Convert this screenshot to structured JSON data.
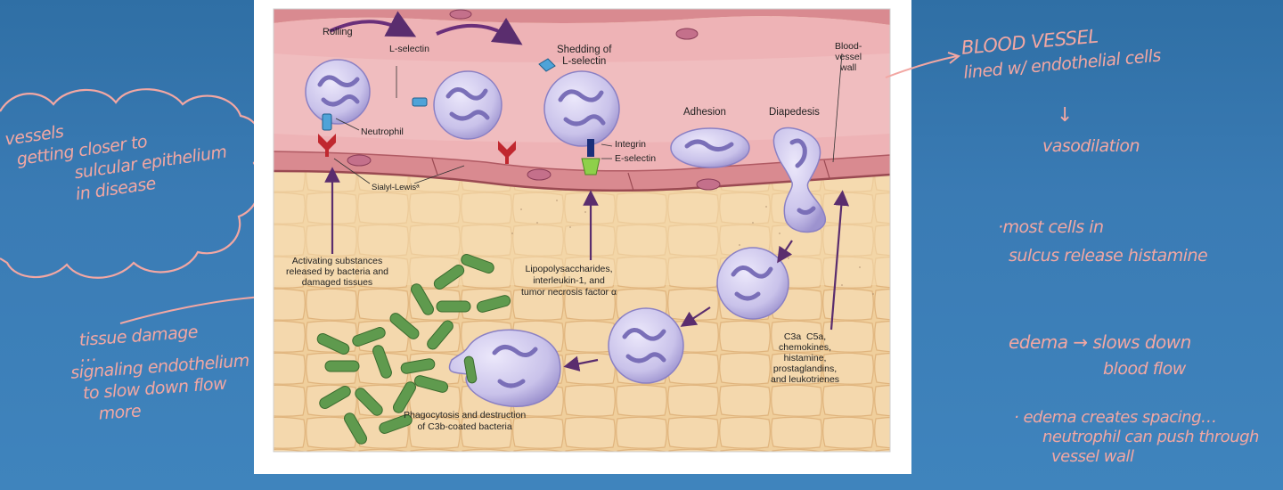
{
  "diagram": {
    "labels": {
      "rolling": "Rolling",
      "l_selectin": "L-selectin",
      "shedding": "Shedding of\nL-selectin",
      "blood_vessel_wall": "Blood-\nvessel\nwall",
      "neutrophil": "Neutrophil",
      "adhesion": "Adhesion",
      "diapedesis": "Diapedesis",
      "integrin": "Integrin",
      "e_selectin": "E-selectin",
      "sialyl": "Sialyl-Lewisᵃ",
      "activating": "Activating substances\nreleased by bacteria and\ndamaged tissues",
      "lps": "Lipopolysaccharides,\ninterleukin-1, and\ntumor necrosis factor α",
      "chemo": "C3a  C5a,\nchemokines,\nhistamine,\nprostaglandins,\nand leukotrienes",
      "phago": "Phagocytosis and destruction\nof C3b-coated bacteria"
    }
  },
  "notes": {
    "cloud": [
      "vessels",
      "getting closer to",
      "sulcular epithelium",
      "in disease"
    ],
    "tissue": [
      "tissue damage",
      "…",
      "signaling endothelium",
      "to slow down flow",
      "more"
    ],
    "vessel": [
      "BLOOD VESSEL",
      "lined w/ endothelial cells"
    ],
    "arrow_down": "↓",
    "vasodilation": "vasodilation",
    "histamine": [
      "·most cells in",
      "sulcus release histamine"
    ],
    "edema1": [
      "edema → slows down",
      "blood flow"
    ],
    "edema2": [
      "· edema creates spacing…",
      "neutrophil can push through",
      "vessel wall"
    ]
  },
  "colors": {
    "background": "#3a7bb4",
    "note_ink": "#f2a7a3",
    "vessel": "#e8a6aa",
    "tissue": "#f0cf9c",
    "cell": "#c9c2ea",
    "bacteria": "#5f9a4e",
    "arrow": "#5a2d6e"
  }
}
